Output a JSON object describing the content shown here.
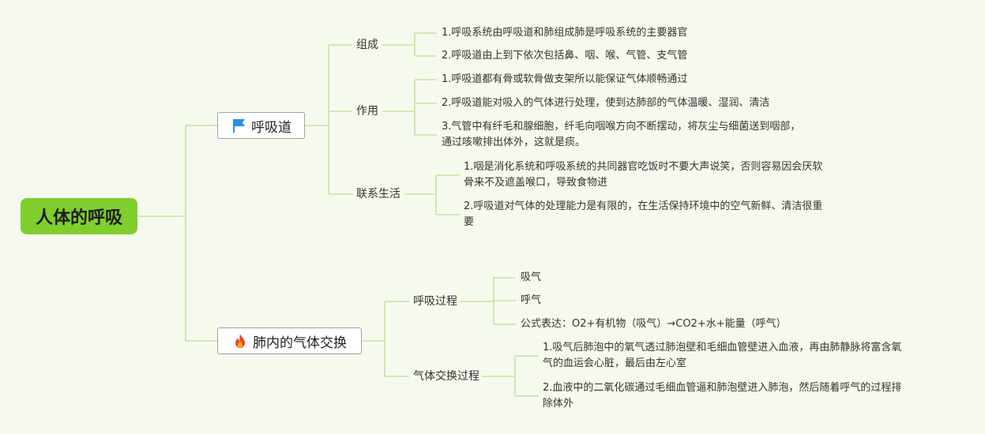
{
  "root": {
    "title": "人体的呼吸"
  },
  "branch1": {
    "title": "呼吸道",
    "icon": "flag-icon",
    "groups": [
      {
        "label": "组成",
        "items": [
          [
            "1.呼吸系统由呼吸道和肺组成肺是呼吸系统的主要器官"
          ],
          [
            "2.呼吸道由上到下依次包括鼻、咽、喉、气管、支气管"
          ]
        ]
      },
      {
        "label": "作用",
        "items": [
          [
            "1.呼吸道都有骨或软骨做支架所以能保证气体顺畅通过"
          ],
          [
            "2.呼吸道能对吸入的气体进行处理，使到达肺部的气体温暖、湿润、清洁"
          ],
          [
            "3.气管中有纤毛和腺细胞，纤毛向咽喉方向不断摆动，将灰尘与细菌送到咽部，",
            "通过咳嗽排出体外，这就是痰。"
          ]
        ]
      },
      {
        "label": "联系生活",
        "items": [
          [
            "1.咽是消化系统和呼吸系统的共同器官吃饭时不要大声说笑，否则容易因会厌软",
            "骨来不及遮盖喉口，导致食物进"
          ],
          [
            "2.呼吸道对气体的处理能力是有限的，在生活保持环境中的空气新鲜、清洁很重",
            "要"
          ]
        ]
      }
    ]
  },
  "branch2": {
    "title": "肺内的气体交换",
    "icon": "fire-icon",
    "groups": [
      {
        "label": "呼吸过程",
        "items": [
          [
            "吸气"
          ],
          [
            "呼气"
          ],
          [
            "公式表达：O2+有机物（吸气）→CO2+水+能量（呼气）"
          ]
        ]
      },
      {
        "label": "气体交换过程",
        "items": [
          [
            "1.吸气后肺泡中的氧气透过肺泡壁和毛细血管壁进入血液，再由肺静脉将富含氧",
            "气的血运会心脏，最后由左心室"
          ],
          [
            "2.血液中的二氧化碳通过毛细血管逼和肺泡壁进入肺泡，然后随着呼气的过程排",
            "除体外"
          ]
        ]
      }
    ]
  },
  "colors": {
    "line": "#c4e3a2",
    "root": "#7fce2e",
    "flag": "#2d8fe5",
    "fire": "#ec4a1f",
    "fireInner": "#ffb020"
  }
}
